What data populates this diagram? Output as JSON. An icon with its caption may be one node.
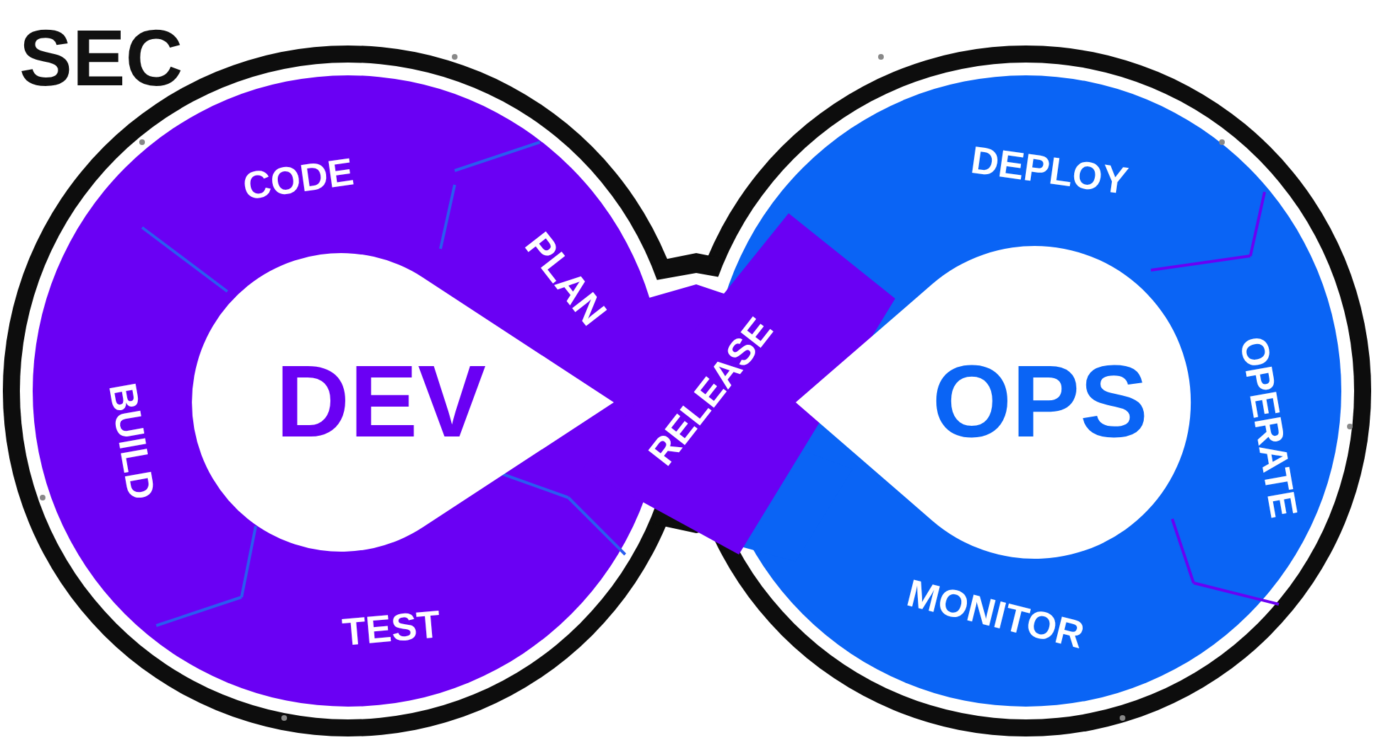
{
  "diagram": {
    "title": "SEC",
    "nodes": [
      {
        "text": [
          "CODE"
        ]
      },
      {
        "text": [
          "PLAN"
        ]
      },
      {
        "text": [
          "DEV"
        ]
      },
      {
        "text": [
          "BUILD"
        ]
      },
      {
        "text": [
          "RELEASE"
        ]
      },
      {
        "text": [
          "DEPLOY"
        ]
      },
      {
        "text": [
          "OPS"
        ]
      },
      {
        "text": [
          "OPERATE"
        ]
      },
      {
        "text": [
          "TEST"
        ]
      },
      {
        "text": [
          "MONITOR"
        ]
      }
    ]
  }
}
